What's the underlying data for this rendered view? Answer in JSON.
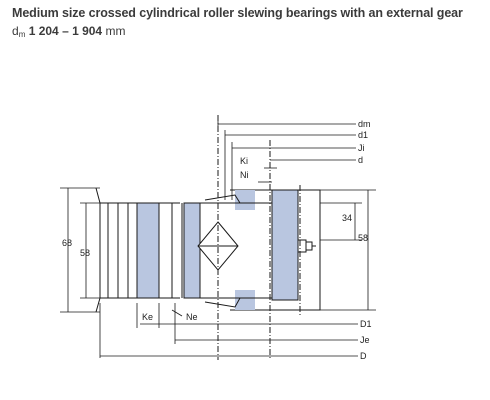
{
  "header": {
    "title": "Medium size crossed cylindrical roller slewing bearings with an external gear",
    "subtitle_symbol": "d",
    "subtitle_symbol_sub": "m",
    "subtitle_range": "1 204 – 1 904",
    "subtitle_unit": "mm"
  },
  "drawing": {
    "labels": {
      "dm": "dm",
      "d1": "d1",
      "Ji": "Ji",
      "d": "d",
      "Ki": "Ki",
      "Ni": "Ni",
      "h34": "34",
      "h58_right": "58",
      "h68": "68",
      "h58_left": "58",
      "Ke": "Ke",
      "Ne": "Ne",
      "D1": "D1",
      "Je": "Je",
      "D": "D"
    },
    "colors": {
      "section_fill": "#b9c6e0",
      "line": "#1a1a1a"
    }
  }
}
